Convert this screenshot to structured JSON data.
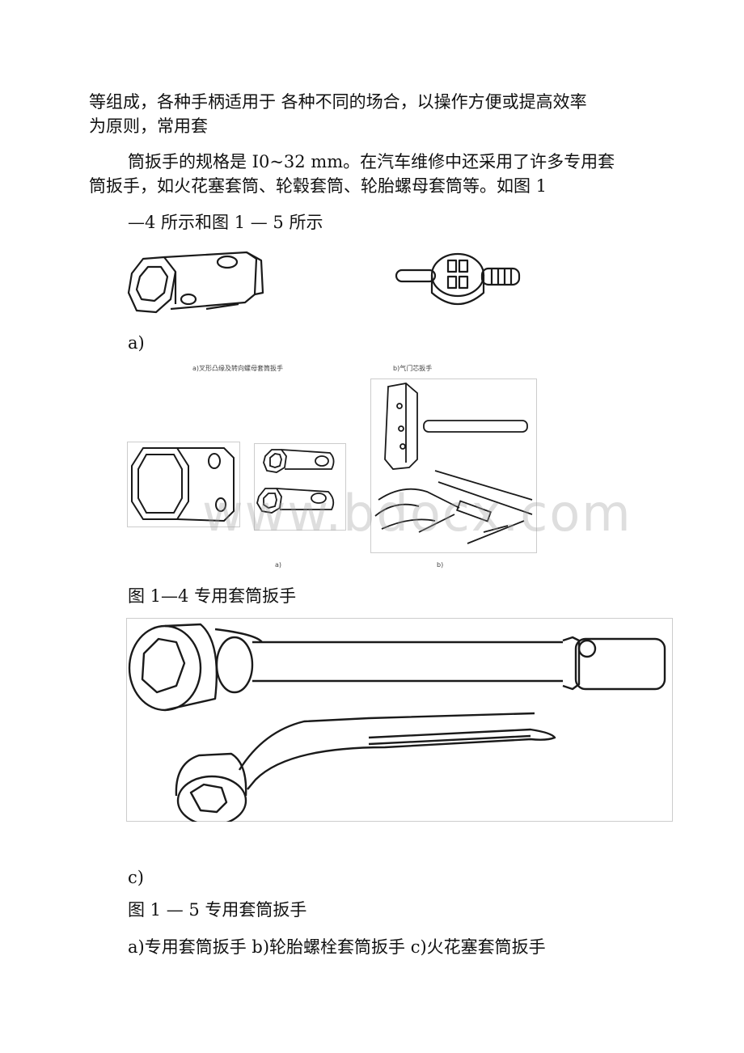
{
  "text": {
    "para1_line1": "等组成，各种手柄适用于 各种不同的场合，以操作方便或提高效率",
    "para1_line2": "为原则，常用套",
    "para2_line1": "筒扳手的规格是 I0~32 mm。在汽车维修中还采用了许多专用套",
    "para2_line2": "筒扳手，如火花塞套筒、轮毂套筒、轮胎螺母套筒等。如图 1",
    "para2_line3": "—4 所示和图 1 — 5 所示",
    "label_a": "a)",
    "fig14_caption": "图 1—4 专用套筒扳手",
    "label_c": "c)",
    "fig15_caption": "图 1 — 5 专用套筒扳手",
    "legend": "a)专用套筒扳手 b)轮胎螺栓套筒扳手 c)火花塞套筒扳手"
  },
  "small_figure_captions": {
    "fig_a_title": "a)叉形凸缘及转向螺母套筒扳手",
    "fig_b_title": "b)气门芯扳手",
    "sub_a": "a)",
    "sub_b": "b)"
  },
  "watermark": "www.bdocx.com",
  "colors": {
    "text": "#111111",
    "line_art": "#1a1a1a",
    "watermark": "#a0a0a0"
  }
}
